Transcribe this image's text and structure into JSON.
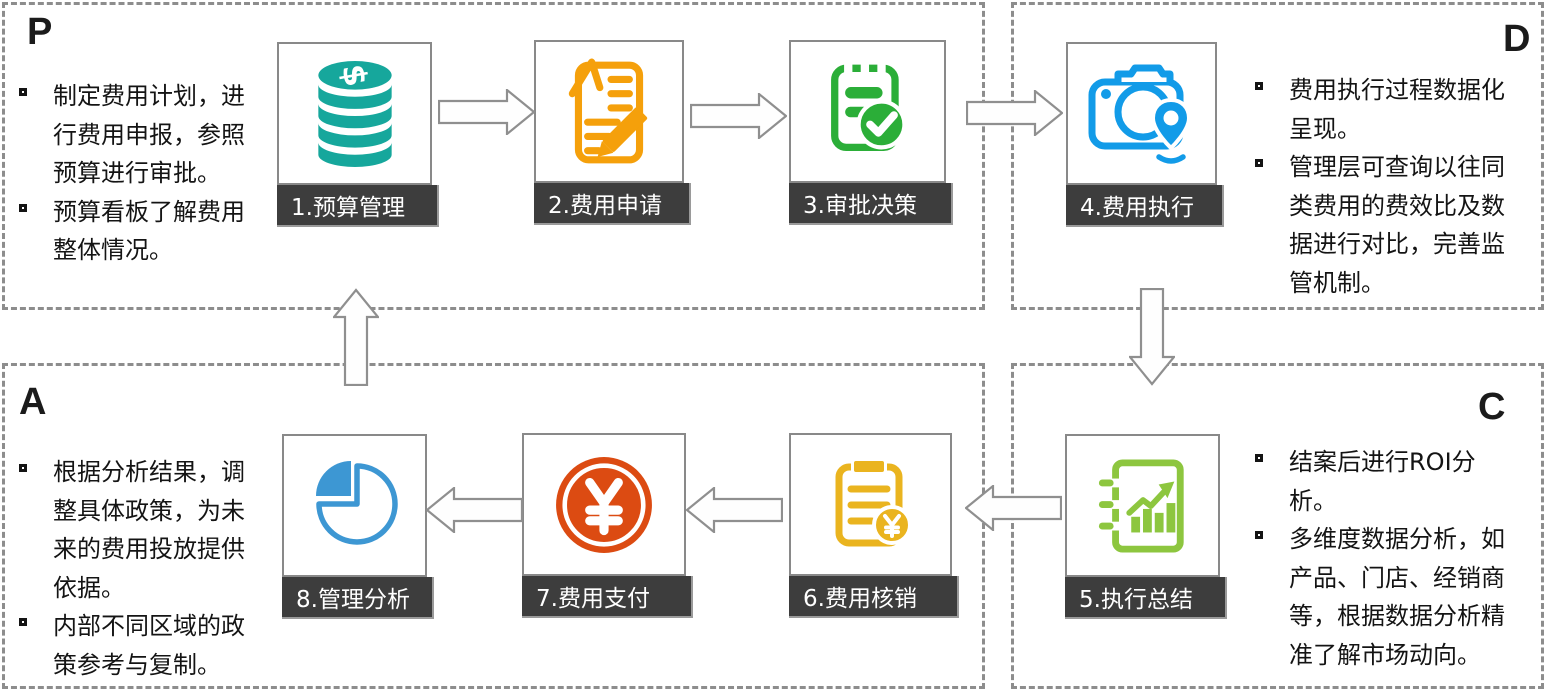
{
  "quadrants": [
    {
      "letter": "P",
      "bullets": [
        "制定费用计划，进行费用申报，参照预算进行审批。",
        "预算看板了解费用整体情况。"
      ]
    },
    {
      "letter": "D",
      "bullets": [
        "费用执行过程数据化呈现。",
        "管理层可查询以往同类费用的费效比及数据进行对比，完善监管机制。"
      ]
    },
    {
      "letter": "C",
      "bullets": [
        "结案后进行ROI分析。",
        "多维度数据分析，如产品、门店、经销商等，根据数据分析精准了解市场动向。"
      ]
    },
    {
      "letter": "A",
      "bullets": [
        "根据分析结果，调整具体政策，为未来的费用投放提供依据。",
        "内部不同区域的政策参考与复制。"
      ]
    }
  ],
  "steps": [
    {
      "label": "1.预算管理",
      "icon": "coin-stack-icon",
      "color": "#16A79C"
    },
    {
      "label": "2.费用申请",
      "icon": "document-edit-icon",
      "color": "#F5A00B"
    },
    {
      "label": "3.审批决策",
      "icon": "clipboard-check-icon",
      "color": "#2BAE38"
    },
    {
      "label": "4.费用执行",
      "icon": "camera-location-icon",
      "color": "#129BE8"
    },
    {
      "label": "5.执行总结",
      "icon": "report-chart-icon",
      "color": "#8DC63F"
    },
    {
      "label": "6.费用核销",
      "icon": "clipboard-yuan-icon",
      "color": "#EAB41F"
    },
    {
      "label": "7.费用支付",
      "icon": "yuan-coin-icon",
      "color": "#DC4B12"
    },
    {
      "label": "8.管理分析",
      "icon": "pie-chart-icon",
      "color": "#3D97D3"
    }
  ],
  "icon_glyphs": {
    "coin_symbol": "$"
  },
  "style_colors": {
    "dashed_border": "#8d8d8d",
    "box_border": "#898989",
    "label_bar_bg": "#3d3d3d",
    "label_text": "#ffffff",
    "body_text": "#141414",
    "arrow_stroke": "#8f8f8f"
  }
}
